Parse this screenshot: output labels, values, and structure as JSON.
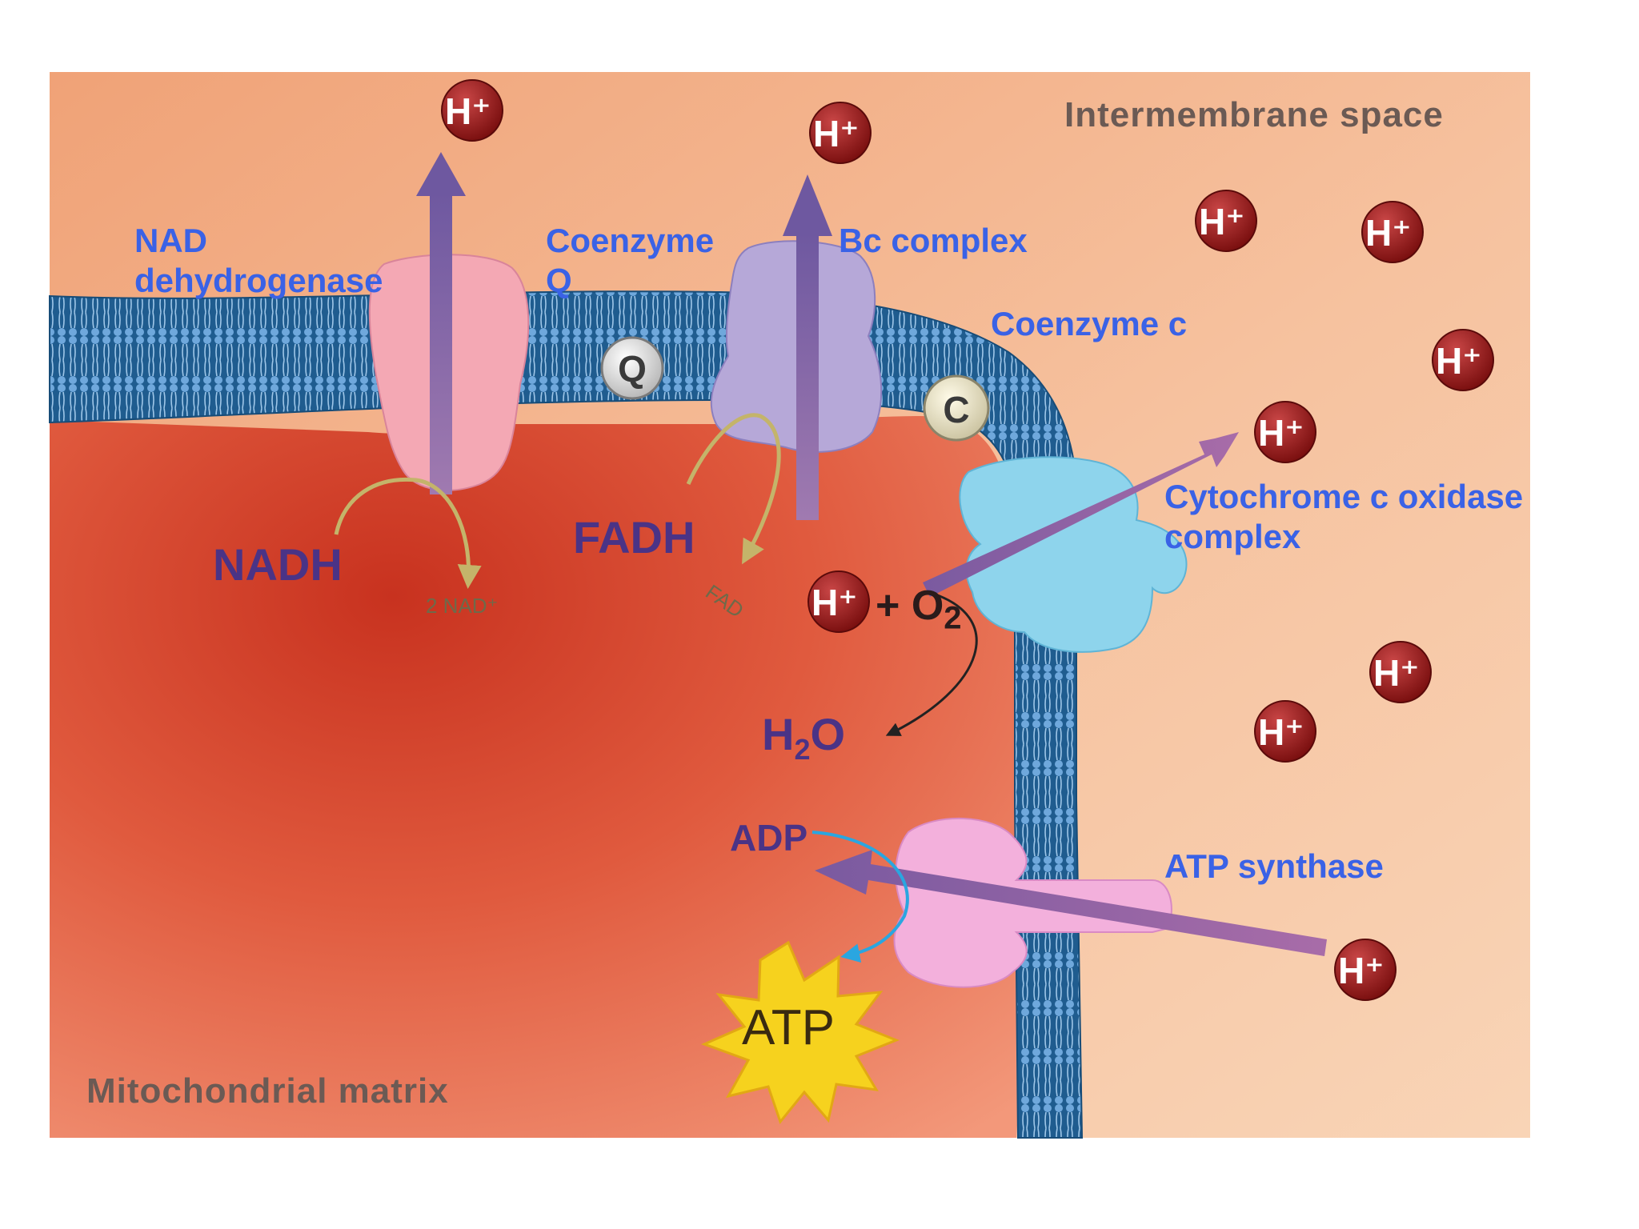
{
  "regions": {
    "intermembrane": "Intermembrane space",
    "matrix": "Mitochondrial matrix"
  },
  "labels": {
    "nad_dehydrogenase": "NAD dehydrogenase",
    "coenzyme_q": "Coenzyme Q",
    "bc_complex": "Bc complex",
    "coenzyme_c": "Coenzyme c",
    "cytochrome": "Cytochrome c oxidase complex",
    "atp_synthase": "ATP synthase",
    "nadh": "NADH",
    "fadh": "FADH",
    "nad_plus": "2 NAD⁺",
    "fad": "FAD",
    "plus_o2": "+ O",
    "o2_sub": "2",
    "h2o_h": "H",
    "h2o_sub": "2",
    "h2o_o": "O",
    "adp": "ADP",
    "atp": "ATP",
    "q": "Q",
    "c": "C",
    "hplus": "H⁺"
  },
  "colors": {
    "matrix_red": "#d9472f",
    "intermembrane_peach": "#f6c39e",
    "membrane_blue": "#1d5d93",
    "label_blue": "#3a62e6",
    "label_purple": "#4a3386",
    "proton_red": "#8b1414",
    "arrow_purple": "#7a5aa0"
  }
}
